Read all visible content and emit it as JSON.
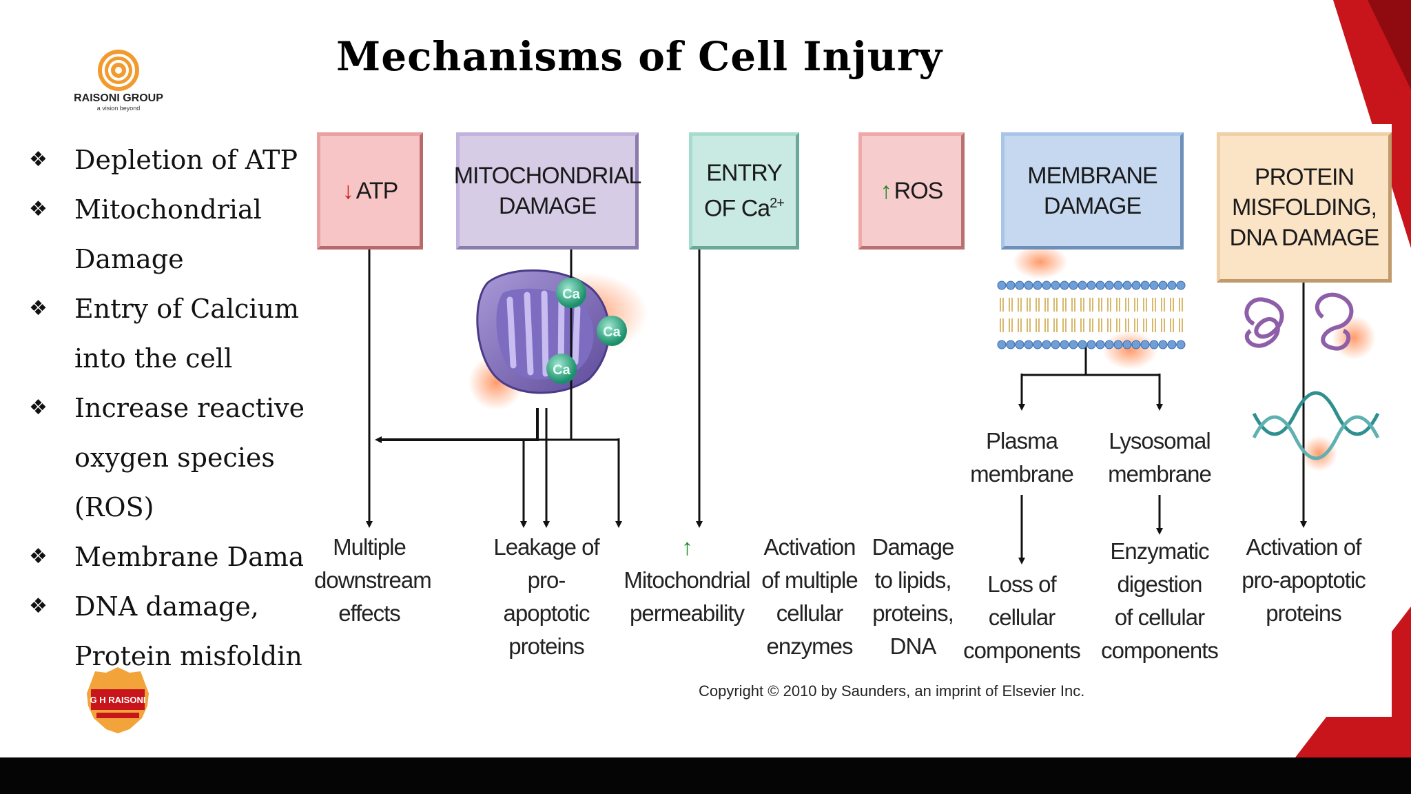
{
  "slide": {
    "title": "Mechanisms of Cell Injury",
    "logo_top": {
      "name": "RAISONI GROUP",
      "tagline": "a vision beyond"
    },
    "logo_bottom": {
      "name": "G H RAISONI"
    },
    "bullet_icon": "four-petal-diamond-icon",
    "bullets": [
      {
        "line1": "Depletion of ATP",
        "line2": ""
      },
      {
        "line1": "Mitochondrial",
        "line2": "Damage"
      },
      {
        "line1": "Entry of Calcium",
        "line2": "into the cell"
      },
      {
        "line1": "Increase reactive",
        "line2": "oxygen species (ROS)"
      },
      {
        "line1": "Membrane Damage",
        "line2": ""
      },
      {
        "line1": "DNA damage,",
        "line2": "Protein misfolding"
      }
    ]
  },
  "diagram": {
    "boxes": {
      "atp": {
        "arrow": "↓",
        "text": "ATP"
      },
      "mito": {
        "line1": "MITOCHONDRIAL",
        "line2": "DAMAGE"
      },
      "calcium": {
        "line1": "ENTRY",
        "line2": "OF Ca",
        "sup": "2+"
      },
      "ros": {
        "arrow": "↑",
        "text": "ROS"
      },
      "membrane": {
        "line1": "MEMBRANE",
        "line2": "DAMAGE"
      },
      "protein": {
        "line1": "PROTEIN",
        "line2": "MISFOLDING,",
        "line3": "DNA DAMAGE"
      }
    },
    "ca_ion": "Ca",
    "membrane_branches": {
      "plasma": {
        "line1": "Plasma",
        "line2": "membrane"
      },
      "lysosomal": {
        "line1": "Lysosomal",
        "line2": "membrane"
      }
    },
    "outcomes": {
      "multiple": {
        "line1": "Multiple",
        "line2": "downstream",
        "line3": "effects"
      },
      "leakage": {
        "line1": "Leakage of",
        "line2": "pro-apoptotic",
        "line3": "proteins"
      },
      "mito_perm": {
        "arrow": "↑",
        "line1": "Mitochondrial",
        "line2": "permeability"
      },
      "activation_enz": {
        "line1": "Activation",
        "line2": "of multiple",
        "line3": "cellular",
        "line4": "enzymes"
      },
      "damage": {
        "line1": "Damage",
        "line2": "to lipids,",
        "line3": "proteins,",
        "line4": "DNA"
      },
      "loss": {
        "line1": "Loss of",
        "line2": "cellular",
        "line3": "components"
      },
      "enzymatic": {
        "line1": "Enzymatic",
        "line2": "digestion",
        "line3": "of cellular",
        "line4": "components"
      },
      "activation_pro": {
        "line1": "Activation of",
        "line2": "pro-apoptotic",
        "line3": "proteins"
      }
    },
    "copyright": "Copyright © 2010 by Saunders, an imprint of Elsevier Inc."
  },
  "colors": {
    "atp_box": "#f7c5c5",
    "mito_box": "#d6cce6",
    "calcium_box": "#c9eae2",
    "ros_box": "#f7cccc",
    "membrane_box": "#c5d8f0",
    "protein_box": "#fbe3c6",
    "corner_red": "#c8141b",
    "arrow_red": "#d01c1c",
    "arrow_green": "#1e8a2a"
  }
}
